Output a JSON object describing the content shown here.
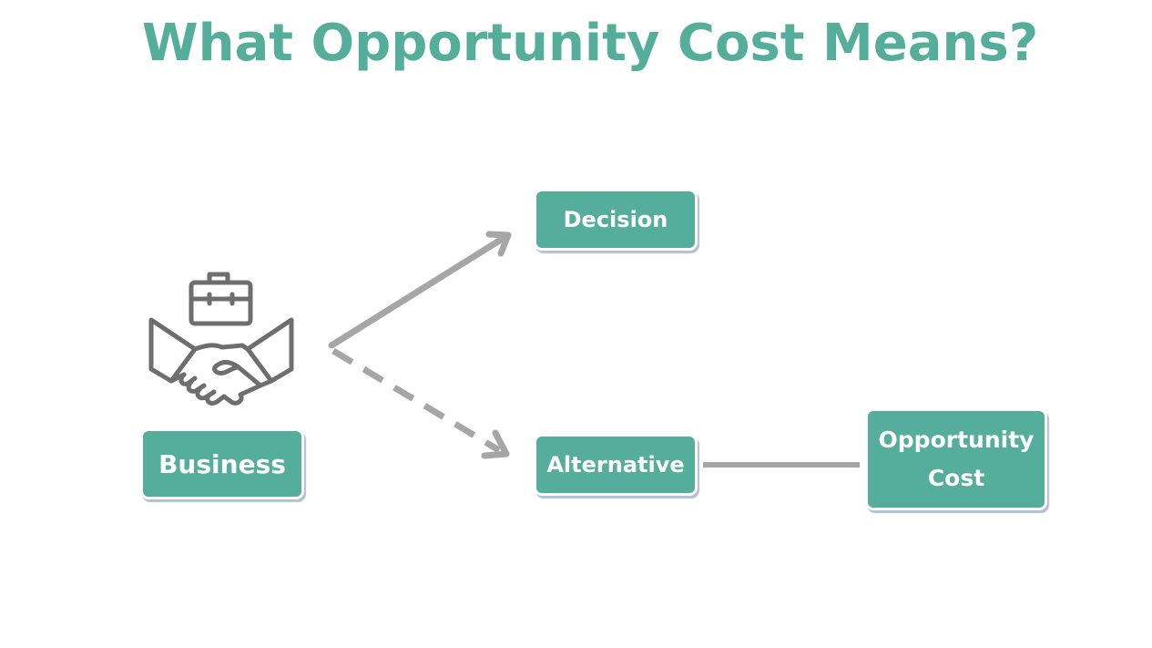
{
  "title": "What Opportunity Cost Means?",
  "nodes": {
    "business": "Business",
    "decision": "Decision",
    "alternative": "Alternative",
    "opportunity_cost": "Opportunity Cost"
  },
  "colors": {
    "title": "#55ae9a",
    "node_fill": "#54ae9b",
    "connector": "#a6a6a6",
    "icon": "#6e6e6e"
  },
  "icons": {
    "business": "handshake-briefcase-icon"
  }
}
